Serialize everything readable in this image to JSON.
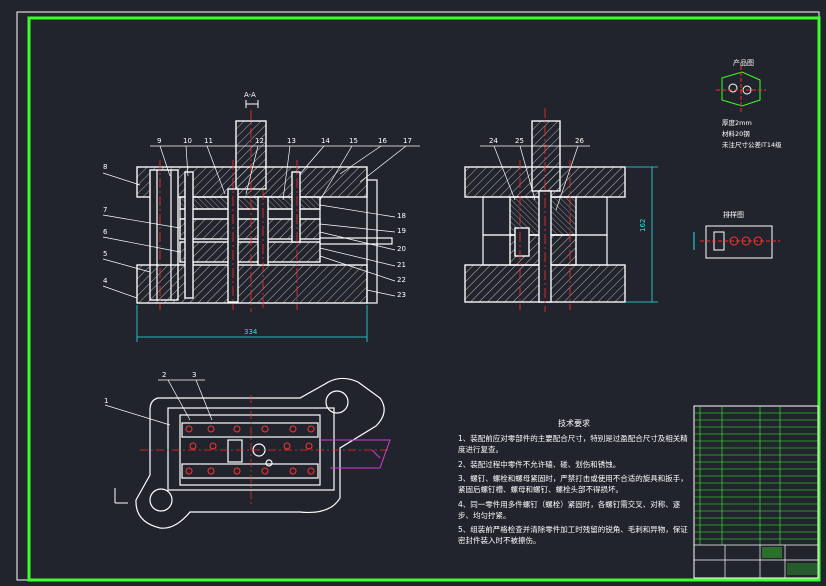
{
  "drawing": {
    "colors": {
      "background": "#21242c",
      "outer_border": "#3cff2a",
      "outline": "#ffffff",
      "centerline": "#ff2a2a",
      "dimension": "#27e3e6",
      "hatch": "#d9d9d9",
      "accent_red": "#ff3333",
      "magenta": "#d43cd9"
    },
    "section_mark": "A-A",
    "front_view": {
      "part_numbers": [
        "9",
        "10",
        "11",
        "12",
        "13",
        "14",
        "15",
        "16",
        "17"
      ],
      "left_callouts": [
        "8",
        "7",
        "6",
        "5",
        "4"
      ],
      "right_callouts": [
        "18",
        "19",
        "20",
        "21",
        "22",
        "23"
      ],
      "width_dim": "334"
    },
    "side_view": {
      "part_numbers": [
        "24",
        "25",
        "26"
      ],
      "height_dim": "162"
    },
    "plan_view": {
      "part_numbers": [
        "1",
        "2",
        "3"
      ]
    },
    "product_block": {
      "title": "产品图",
      "note_lines": [
        "厚度2mm",
        "材料20钢",
        "未注尺寸公差IT14级"
      ]
    },
    "strip_block": {
      "title": "排样图"
    },
    "technical_requirements": {
      "title": "技术要求",
      "items": [
        "1、装配前应对零部件的主要配合尺寸，特别是过盈配合尺寸及相关精度进行复查。",
        "2、装配过程中零件不允许磕、碰、划伤和锈蚀。",
        "3、螺钉、螺栓和螺母紧固时，严禁打击或使用不合适的旋具和扳手，紧固后螺钉槽、螺母和螺钉、螺栓头部不得损坏。",
        "4、同一零件用多件螺钉（螺栓）紧固时，各螺钉需交叉、对称、逐步、均匀拧紧。",
        "5、组装前严格检查并清除零件加工时残留的锐角、毛刺和异物，保证密封件装入时不被擦伤。"
      ]
    }
  }
}
